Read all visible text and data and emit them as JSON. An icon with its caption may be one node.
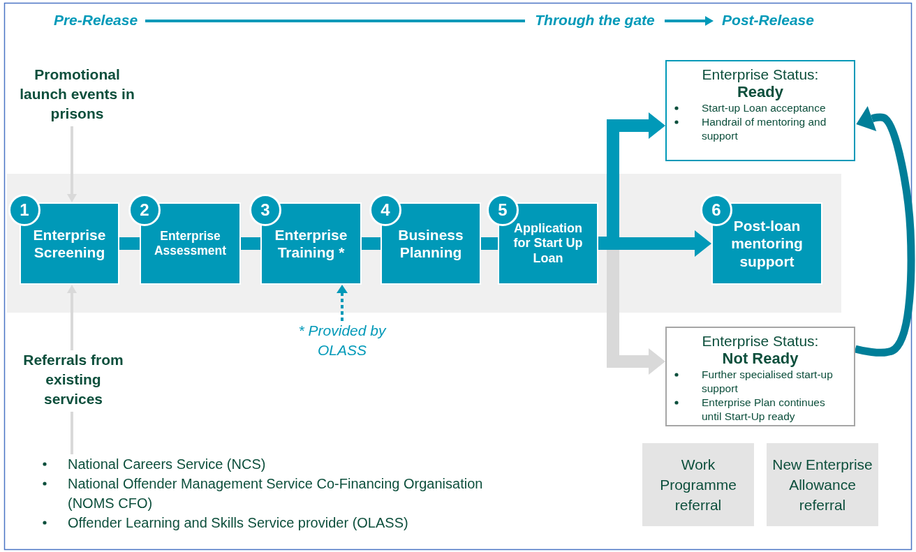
{
  "diagram": {
    "nodes": [
      {
        "text": [
          "Promotional launch events in prisons"
        ]
      },
      {
        "text": [
          "1",
          "Enterprise Screening"
        ]
      },
      {
        "text": [
          "2",
          "Enterprise Assessment"
        ]
      },
      {
        "text": [
          "3",
          "Enterprise Training *"
        ]
      },
      {
        "text": [
          "4",
          "Business Planning"
        ]
      },
      {
        "text": [
          "5",
          "Application for Start Up Loan"
        ]
      },
      {
        "text": [
          "Enterprise Status:",
          "Ready",
          "Start-up Loan acceptance",
          "Handrail of mentoring and support"
        ]
      },
      {
        "text": [
          "6",
          "Post-loan mentoring support"
        ]
      },
      {
        "text": [
          "Enterprise Status:",
          "Not Ready",
          "Further specialised start-up support",
          "Enterprise Plan continues until Start-Up ready"
        ]
      },
      {
        "text": [
          "Referrals from existing services"
        ]
      },
      {
        "text": [
          "* Provided by OLASS"
        ]
      },
      {
        "text": [
          "Work Programme referral"
        ]
      },
      {
        "text": [
          "New Enterprise Allowance referral"
        ]
      },
      {
        "text": [
          "Pre-Release"
        ]
      },
      {
        "text": [
          "Through the gate"
        ]
      },
      {
        "text": [
          "Post-Release"
        ]
      },
      {
        "text": [
          "National Careers Service (NCS)",
          "National Offender Management Service Co-Financing Organisation (NOMS CFO)",
          "Offender Learning and Skills Service provider (OLASS)"
        ]
      }
    ],
    "edges": [
      {
        "from": 13,
        "to": 14,
        "arrow": "none"
      },
      {
        "from": 14,
        "to": 15,
        "arrow": "to"
      },
      {
        "from": 0,
        "to": 1,
        "arrow": "to",
        "color": "#d9d9d9"
      },
      {
        "from": 16,
        "to": 9,
        "arrow": "none",
        "color": "#d9d9d9"
      },
      {
        "from": 9,
        "to": 1,
        "arrow": "to",
        "color": "#d9d9d9"
      },
      {
        "from": 1,
        "to": 2,
        "arrow": "none"
      },
      {
        "from": 2,
        "to": 3,
        "arrow": "none"
      },
      {
        "from": 3,
        "to": 4,
        "arrow": "none"
      },
      {
        "from": 4,
        "to": 5,
        "arrow": "none"
      },
      {
        "from": 10,
        "to": 3,
        "arrow": "to",
        "style": "dashed"
      },
      {
        "from": 5,
        "to": 8,
        "arrow": "to",
        "color": "#d9d9d9"
      },
      {
        "from": 5,
        "to": 6,
        "arrow": "to"
      },
      {
        "from": 5,
        "to": 7,
        "arrow": "to"
      },
      {
        "from": 8,
        "to": 6,
        "arrow": "to",
        "color": "#007e98"
      }
    ]
  }
}
